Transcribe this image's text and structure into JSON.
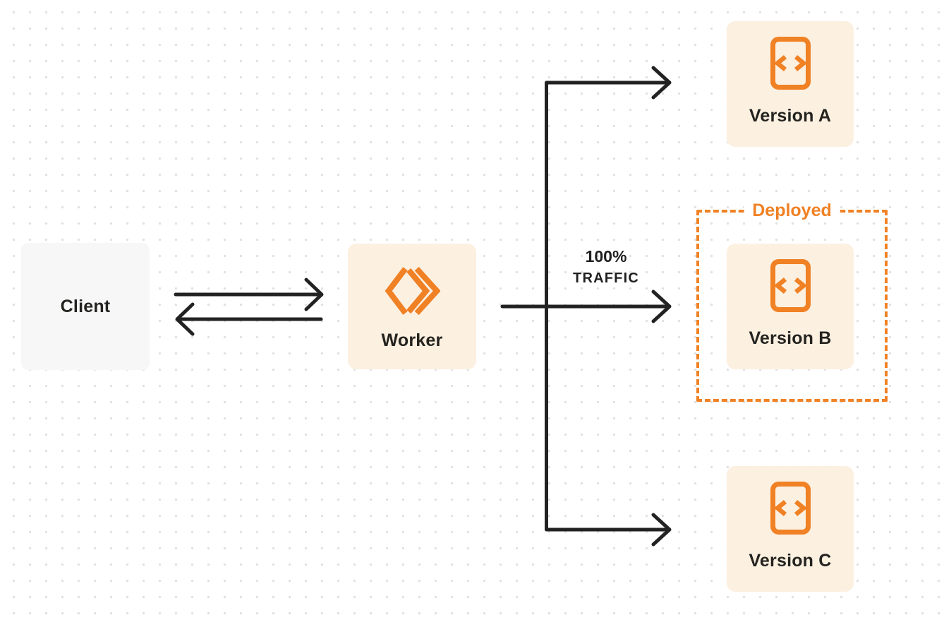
{
  "diagram": {
    "title": "worker-traffic-routing-diagram",
    "nodes": {
      "client": {
        "label": "Client"
      },
      "worker": {
        "label": "Worker",
        "icon": "cloudflare-workers-logo-icon"
      },
      "versions": [
        {
          "label": "Version A",
          "icon": "code-file-icon",
          "deployed": false
        },
        {
          "label": "Version B",
          "icon": "code-file-icon",
          "deployed": true
        },
        {
          "label": "Version C",
          "icon": "code-file-icon",
          "deployed": false
        }
      ]
    },
    "annotations": {
      "deployed_label": "Deployed",
      "traffic_label_line1": "100%",
      "traffic_label_line2": "TRAFFIC"
    },
    "edges": [
      {
        "from": "client",
        "to": "worker",
        "style": "arrow-right"
      },
      {
        "from": "worker",
        "to": "client",
        "style": "arrow-left"
      },
      {
        "from": "worker",
        "to": "version-a",
        "style": "elbow-arrow"
      },
      {
        "from": "worker",
        "to": "version-b",
        "style": "straight-arrow",
        "label": "100% TRAFFIC"
      },
      {
        "from": "worker",
        "to": "version-c",
        "style": "elbow-arrow"
      }
    ],
    "colors": {
      "accent_orange": "#f08124",
      "node_fill_cream": "#fcf0e1",
      "client_fill_gray": "#f7f7f8",
      "arrow_dark": "#222222",
      "dot_grid_gray": "#e1e1e1"
    }
  }
}
